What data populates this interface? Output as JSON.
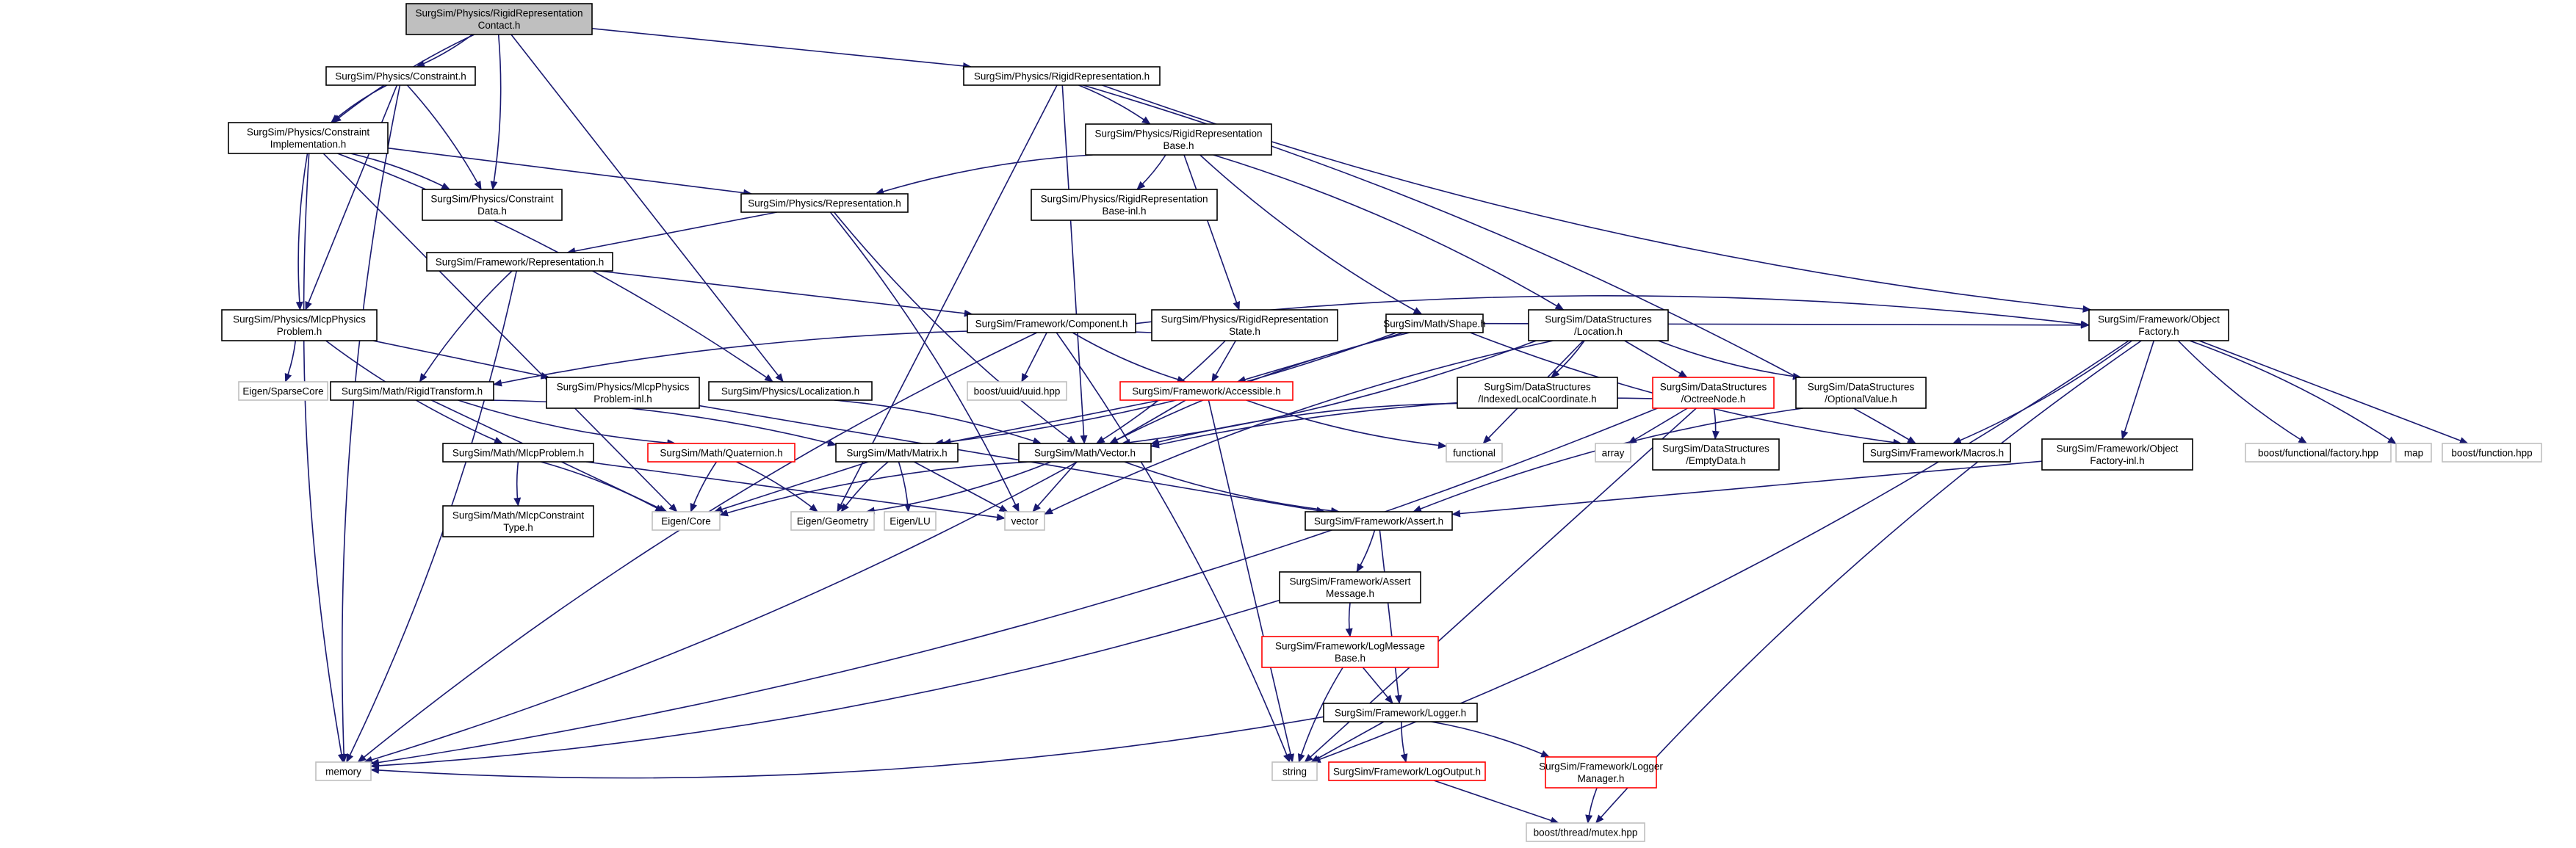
{
  "graph": {
    "colors": {
      "edge": "#191970",
      "root_fill": "#bfbfbf",
      "node_border": "#000000",
      "incomplete_border": "#ff0000",
      "external_border": "#bfbfbf"
    },
    "nodes": [
      {
        "id": "root",
        "kind": "root",
        "lines": [
          "SurgSim/Physics/RigidRepresentation",
          "Contact.h"
        ]
      },
      {
        "id": "constraint",
        "kind": "normal",
        "lines": [
          "SurgSim/Physics/Constraint.h"
        ]
      },
      {
        "id": "rigidrep",
        "kind": "normal",
        "lines": [
          "SurgSim/Physics/RigidRepresentation.h"
        ]
      },
      {
        "id": "constraintimpl",
        "kind": "normal",
        "lines": [
          "SurgSim/Physics/Constraint",
          "Implementation.h"
        ]
      },
      {
        "id": "constraintdata",
        "kind": "normal",
        "lines": [
          "SurgSim/Physics/Constraint",
          "Data.h"
        ]
      },
      {
        "id": "rigidrepbase",
        "kind": "normal",
        "lines": [
          "SurgSim/Physics/RigidRepresentation",
          "Base.h"
        ]
      },
      {
        "id": "physrep",
        "kind": "normal",
        "lines": [
          "SurgSim/Physics/Representation.h"
        ]
      },
      {
        "id": "rigidrepbaseinl",
        "kind": "normal",
        "lines": [
          "SurgSim/Physics/RigidRepresentation",
          "Base-inl.h"
        ]
      },
      {
        "id": "fwrep",
        "kind": "normal",
        "lines": [
          "SurgSim/Framework/Representation.h"
        ]
      },
      {
        "id": "mlcpproblem",
        "kind": "normal",
        "lines": [
          "SurgSim/Physics/MlcpPhysics",
          "Problem.h"
        ]
      },
      {
        "id": "component",
        "kind": "normal",
        "lines": [
          "SurgSim/Framework/Component.h"
        ]
      },
      {
        "id": "rigidrepstate",
        "kind": "normal",
        "lines": [
          "SurgSim/Physics/RigidRepresentation",
          "State.h"
        ]
      },
      {
        "id": "shape",
        "kind": "normal",
        "lines": [
          "SurgSim/Math/Shape.h"
        ]
      },
      {
        "id": "location",
        "kind": "normal",
        "lines": [
          "SurgSim/DataStructures",
          "/Location.h"
        ]
      },
      {
        "id": "objfactory",
        "kind": "normal",
        "lines": [
          "SurgSim/Framework/Object",
          "Factory.h"
        ]
      },
      {
        "id": "sparsecore",
        "kind": "external",
        "lines": [
          "Eigen/SparseCore"
        ]
      },
      {
        "id": "rigidtransform",
        "kind": "normal",
        "lines": [
          "SurgSim/Math/RigidTransform.h"
        ]
      },
      {
        "id": "mlcpprobleminl",
        "kind": "normal",
        "lines": [
          "SurgSim/Physics/MlcpPhysics",
          "Problem-inl.h"
        ]
      },
      {
        "id": "localization",
        "kind": "normal",
        "lines": [
          "SurgSim/Physics/Localization.h"
        ]
      },
      {
        "id": "uuid",
        "kind": "external",
        "lines": [
          "boost/uuid/uuid.hpp"
        ]
      },
      {
        "id": "accessible",
        "kind": "incomplete",
        "lines": [
          "SurgSim/Framework/Accessible.h"
        ]
      },
      {
        "id": "indexedlocal",
        "kind": "normal",
        "lines": [
          "SurgSim/DataStructures",
          "/IndexedLocalCoordinate.h"
        ]
      },
      {
        "id": "octreenode",
        "kind": "incomplete",
        "lines": [
          "SurgSim/DataStructures",
          "/OctreeNode.h"
        ]
      },
      {
        "id": "optionalvalue",
        "kind": "normal",
        "lines": [
          "SurgSim/DataStructures",
          "/OptionalValue.h"
        ]
      },
      {
        "id": "macros",
        "kind": "normal",
        "lines": [
          "SurgSim/Framework/Macros.h"
        ]
      },
      {
        "id": "objfactoryinl",
        "kind": "normal",
        "lines": [
          "SurgSim/Framework/Object",
          "Factory-inl.h"
        ]
      },
      {
        "id": "boostfactory",
        "kind": "external",
        "lines": [
          "boost/functional/factory.hpp"
        ]
      },
      {
        "id": "map",
        "kind": "external",
        "lines": [
          "map"
        ]
      },
      {
        "id": "boostfunction",
        "kind": "external",
        "lines": [
          "boost/function.hpp"
        ]
      },
      {
        "id": "mlcpmath",
        "kind": "normal",
        "lines": [
          "SurgSim/Math/MlcpProblem.h"
        ]
      },
      {
        "id": "quaternion",
        "kind": "incomplete",
        "lines": [
          "SurgSim/Math/Quaternion.h"
        ]
      },
      {
        "id": "matrix",
        "kind": "normal",
        "lines": [
          "SurgSim/Math/Matrix.h"
        ]
      },
      {
        "id": "vector",
        "kind": "normal",
        "lines": [
          "SurgSim/Math/Vector.h"
        ]
      },
      {
        "id": "functional",
        "kind": "external",
        "lines": [
          "functional"
        ]
      },
      {
        "id": "array",
        "kind": "external",
        "lines": [
          "array"
        ]
      },
      {
        "id": "emptydata",
        "kind": "normal",
        "lines": [
          "SurgSim/DataStructures",
          "/EmptyData.h"
        ]
      },
      {
        "id": "mlcpconstrainttype",
        "kind": "normal",
        "lines": [
          "SurgSim/Math/MlcpConstraint",
          "Type.h"
        ]
      },
      {
        "id": "eigencore",
        "kind": "external",
        "lines": [
          "Eigen/Core"
        ]
      },
      {
        "id": "eigengeometry",
        "kind": "external",
        "lines": [
          "Eigen/Geometry"
        ]
      },
      {
        "id": "eigenlu",
        "kind": "external",
        "lines": [
          "Eigen/LU"
        ]
      },
      {
        "id": "stdvector",
        "kind": "external",
        "lines": [
          "vector"
        ]
      },
      {
        "id": "assert",
        "kind": "normal",
        "lines": [
          "SurgSim/Framework/Assert.h"
        ]
      },
      {
        "id": "assertmsg",
        "kind": "normal",
        "lines": [
          "SurgSim/Framework/Assert",
          "Message.h"
        ]
      },
      {
        "id": "logmsgbase",
        "kind": "incomplete",
        "lines": [
          "SurgSim/Framework/LogMessage",
          "Base.h"
        ]
      },
      {
        "id": "logger",
        "kind": "normal",
        "lines": [
          "SurgSim/Framework/Logger.h"
        ]
      },
      {
        "id": "memory",
        "kind": "external",
        "lines": [
          "memory"
        ]
      },
      {
        "id": "string",
        "kind": "external",
        "lines": [
          "string"
        ]
      },
      {
        "id": "logoutput",
        "kind": "incomplete",
        "lines": [
          "SurgSim/Framework/LogOutput.h"
        ]
      },
      {
        "id": "loggermanager",
        "kind": "incomplete",
        "lines": [
          "SurgSim/Framework/Logger",
          "Manager.h"
        ]
      },
      {
        "id": "mutex",
        "kind": "external",
        "lines": [
          "boost/thread/mutex.hpp"
        ]
      }
    ],
    "edges": [
      [
        "root",
        "constraint"
      ],
      [
        "root",
        "rigidrep"
      ],
      [
        "root",
        "constraintimpl"
      ],
      [
        "root",
        "constraintdata"
      ],
      [
        "root",
        "localization"
      ],
      [
        "constraint",
        "constraintimpl"
      ],
      [
        "constraint",
        "constraintdata"
      ],
      [
        "constraint",
        "mlcpproblem"
      ],
      [
        "constraint",
        "memory"
      ],
      [
        "constraintimpl",
        "constraintdata"
      ],
      [
        "constraintimpl",
        "physrep"
      ],
      [
        "constraintimpl",
        "mlcpproblem"
      ],
      [
        "constraintimpl",
        "localization"
      ],
      [
        "constraintimpl",
        "eigencore"
      ],
      [
        "constraintimpl",
        "memory"
      ],
      [
        "rigidrep",
        "rigidrepbase"
      ],
      [
        "rigidrep",
        "vector"
      ],
      [
        "rigidrep",
        "objfactory"
      ],
      [
        "rigidrep",
        "macros"
      ],
      [
        "rigidrep",
        "eigengeometry"
      ],
      [
        "rigidrepbase",
        "physrep"
      ],
      [
        "rigidrepbase",
        "rigidrepbaseinl"
      ],
      [
        "rigidrepbase",
        "rigidrepstate"
      ],
      [
        "rigidrepbase",
        "shape"
      ],
      [
        "rigidrepbase",
        "location"
      ],
      [
        "physrep",
        "fwrep"
      ],
      [
        "physrep",
        "vector"
      ],
      [
        "physrep",
        "stdvector"
      ],
      [
        "fwrep",
        "component"
      ],
      [
        "fwrep",
        "rigidtransform"
      ],
      [
        "fwrep",
        "memory"
      ],
      [
        "mlcpproblem",
        "mlcpprobleminl"
      ],
      [
        "mlcpproblem",
        "mlcpmath"
      ],
      [
        "mlcpproblem",
        "sparsecore"
      ],
      [
        "mlcpprobleminl",
        "assert"
      ],
      [
        "component",
        "accessible"
      ],
      [
        "component",
        "objfactory"
      ],
      [
        "component",
        "uuid"
      ],
      [
        "component",
        "memory"
      ],
      [
        "component",
        "string"
      ],
      [
        "rigidrepstate",
        "accessible"
      ],
      [
        "rigidrepstate",
        "rigidtransform"
      ],
      [
        "rigidrepstate",
        "vector"
      ],
      [
        "shape",
        "accessible"
      ],
      [
        "shape",
        "vector"
      ],
      [
        "shape",
        "matrix"
      ],
      [
        "shape",
        "objfactory"
      ],
      [
        "shape",
        "macros"
      ],
      [
        "location",
        "indexedlocal"
      ],
      [
        "location",
        "octreenode"
      ],
      [
        "location",
        "optionalvalue"
      ],
      [
        "location",
        "vector"
      ],
      [
        "location",
        "functional"
      ],
      [
        "location",
        "stdvector"
      ],
      [
        "localization",
        "vector"
      ],
      [
        "accessible",
        "matrix"
      ],
      [
        "accessible",
        "functional"
      ],
      [
        "accessible",
        "memory"
      ],
      [
        "accessible",
        "string"
      ],
      [
        "indexedlocal",
        "vector"
      ],
      [
        "octreenode",
        "emptydata"
      ],
      [
        "octreenode",
        "array"
      ],
      [
        "octreenode",
        "vector"
      ],
      [
        "octreenode",
        "memory"
      ],
      [
        "octreenode",
        "string"
      ],
      [
        "optionalvalue",
        "assert"
      ],
      [
        "objfactory",
        "macros"
      ],
      [
        "objfactory",
        "objfactoryinl"
      ],
      [
        "objfactory",
        "boostfactory"
      ],
      [
        "objfactory",
        "map"
      ],
      [
        "objfactory",
        "boostfunction"
      ],
      [
        "objfactory",
        "mutex"
      ],
      [
        "objfactory",
        "string"
      ],
      [
        "objfactoryinl",
        "assert"
      ],
      [
        "rigidtransform",
        "quaternion"
      ],
      [
        "rigidtransform",
        "matrix"
      ],
      [
        "rigidtransform",
        "eigencore"
      ],
      [
        "mlcpmath",
        "mlcpconstrainttype"
      ],
      [
        "mlcpmath",
        "eigencore"
      ],
      [
        "mlcpmath",
        "stdvector"
      ],
      [
        "quaternion",
        "eigencore"
      ],
      [
        "quaternion",
        "eigengeometry"
      ],
      [
        "matrix",
        "eigencore"
      ],
      [
        "matrix",
        "eigengeometry"
      ],
      [
        "matrix",
        "eigenlu"
      ],
      [
        "matrix",
        "stdvector"
      ],
      [
        "vector",
        "eigencore"
      ],
      [
        "vector",
        "eigengeometry"
      ],
      [
        "vector",
        "stdvector"
      ],
      [
        "vector",
        "assert"
      ],
      [
        "assert",
        "assertmsg"
      ],
      [
        "assert",
        "logger"
      ],
      [
        "assertmsg",
        "logmsgbase"
      ],
      [
        "assertmsg",
        "memory"
      ],
      [
        "logmsgbase",
        "logger"
      ],
      [
        "logmsgbase",
        "string"
      ],
      [
        "logger",
        "memory"
      ],
      [
        "logger",
        "string"
      ],
      [
        "logger",
        "logoutput"
      ],
      [
        "logger",
        "loggermanager"
      ],
      [
        "logoutput",
        "mutex"
      ],
      [
        "loggermanager",
        "mutex"
      ]
    ]
  }
}
